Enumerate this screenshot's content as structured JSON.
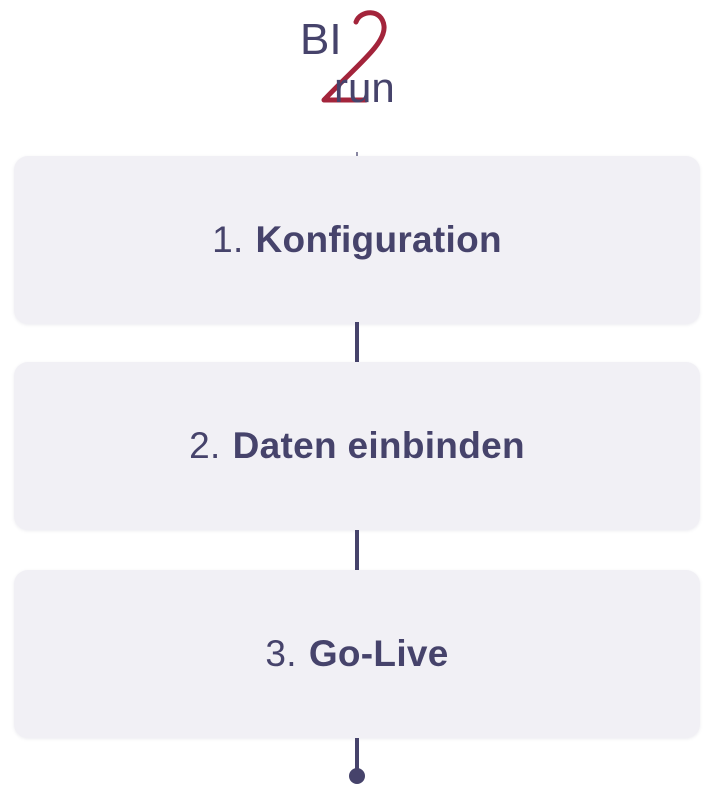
{
  "logo": {
    "line1": "BI",
    "line2": "run",
    "numeral": "2",
    "colors": {
      "text": "#46436b",
      "accent": "#a3243b"
    }
  },
  "steps": [
    {
      "number": "1.",
      "title": "Konfiguration"
    },
    {
      "number": "2.",
      "title": "Daten einbinden"
    },
    {
      "number": "3.",
      "title": "Go-Live"
    }
  ],
  "colors": {
    "primary": "#46436b",
    "card_background": "#f1f0f5"
  }
}
